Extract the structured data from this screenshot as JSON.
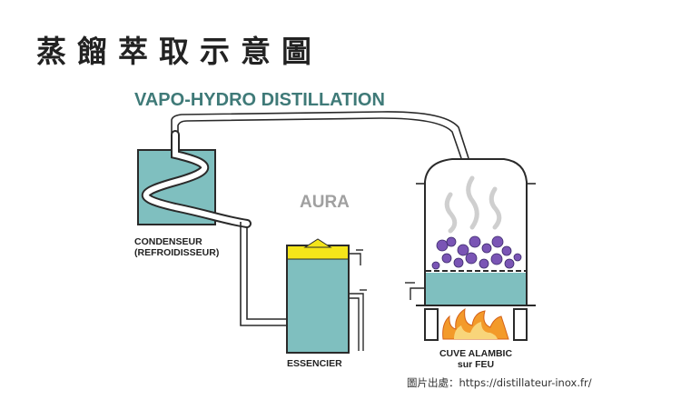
{
  "title": "蒸餾萃取示意圖",
  "diagram_title": "VAPO-HYDRO DISTILLATION",
  "aura_label": "AURA",
  "condenser_label": {
    "line1": "CONDENSEUR",
    "line2": "(REFROIDISSEUR)"
  },
  "essencier_label": "ESSENCIER",
  "alambic_label": {
    "line1": "CUVE ALAMBIC",
    "line2": "sur FEU"
  },
  "credit": "圖片出處：https://distillateur-inox.fr/",
  "colors": {
    "title_green": "#3f7a78",
    "water": "#7fbfbf",
    "oil": "#f4e51a",
    "herbs": "#7a55b5",
    "fire": "#f39a2a",
    "outline": "#2a2a2a"
  }
}
